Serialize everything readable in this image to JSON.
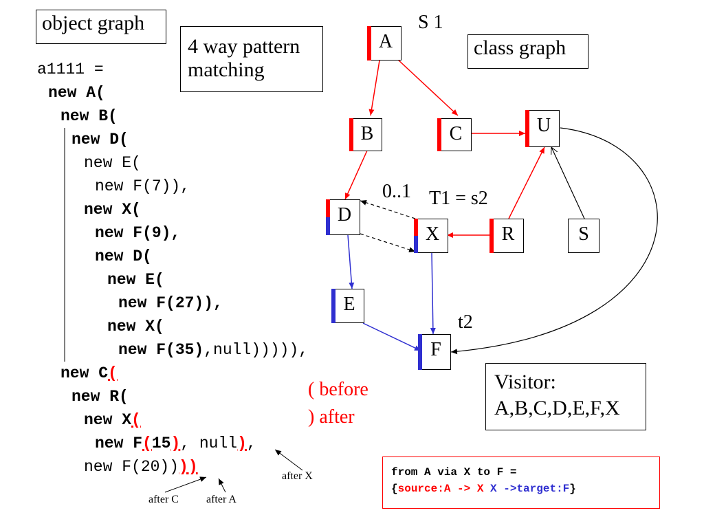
{
  "title_object_graph": "object graph",
  "title_pattern": [
    "4 way pattern",
    "matching"
  ],
  "title_class_graph": "class graph",
  "label_s1": "S 1",
  "label_multiplicity": "0..1",
  "label_t1": "T1 = s2",
  "label_t2": "t2",
  "nodes": {
    "A": "A",
    "B": "B",
    "C": "C",
    "U": "U",
    "D": "D",
    "X": "X",
    "R": "R",
    "S": "S",
    "E": "E",
    "F": "F"
  },
  "code": {
    "l1": "a1111 =",
    "l2": "new A(",
    "l3": "new B(",
    "l4": "new D(",
    "l5": "new E(",
    "l6": "new F(7)),",
    "l7": "new X(",
    "l8": "new F(9),",
    "l9": "new D(",
    "l10": "new E(",
    "l11": "new F(27)),",
    "l12": "new X(",
    "l13a": "new F(35)",
    "l13b": ",null))))),",
    "l14a": "new C",
    "l14b": "(",
    "l15": "new R(",
    "l16a": "new X",
    "l16b": "(",
    "l17a": "new F",
    "l17b": "(",
    "l17c": "15",
    "l17d": ")",
    "l17e": ", null",
    "l17f": ")",
    "l17g": ",",
    "l18a": "new F(20))",
    "l18b": "))"
  },
  "notes": {
    "before": "( before",
    "after": ") after"
  },
  "arrow_labels": {
    "after_x": "after X",
    "after_c": "after C",
    "after_a": "after A"
  },
  "visitor": [
    "Visitor:",
    "A,B,C,D,E,F,X"
  ],
  "formula": {
    "line1": "from A via X to F =",
    "open": "{",
    "source": "source:A -> X",
    "sp": " ",
    "target": "X ->target:F",
    "close": "}"
  },
  "colors": {
    "red": "#ff0000",
    "blue": "#2f2fd0",
    "black": "#000000"
  }
}
